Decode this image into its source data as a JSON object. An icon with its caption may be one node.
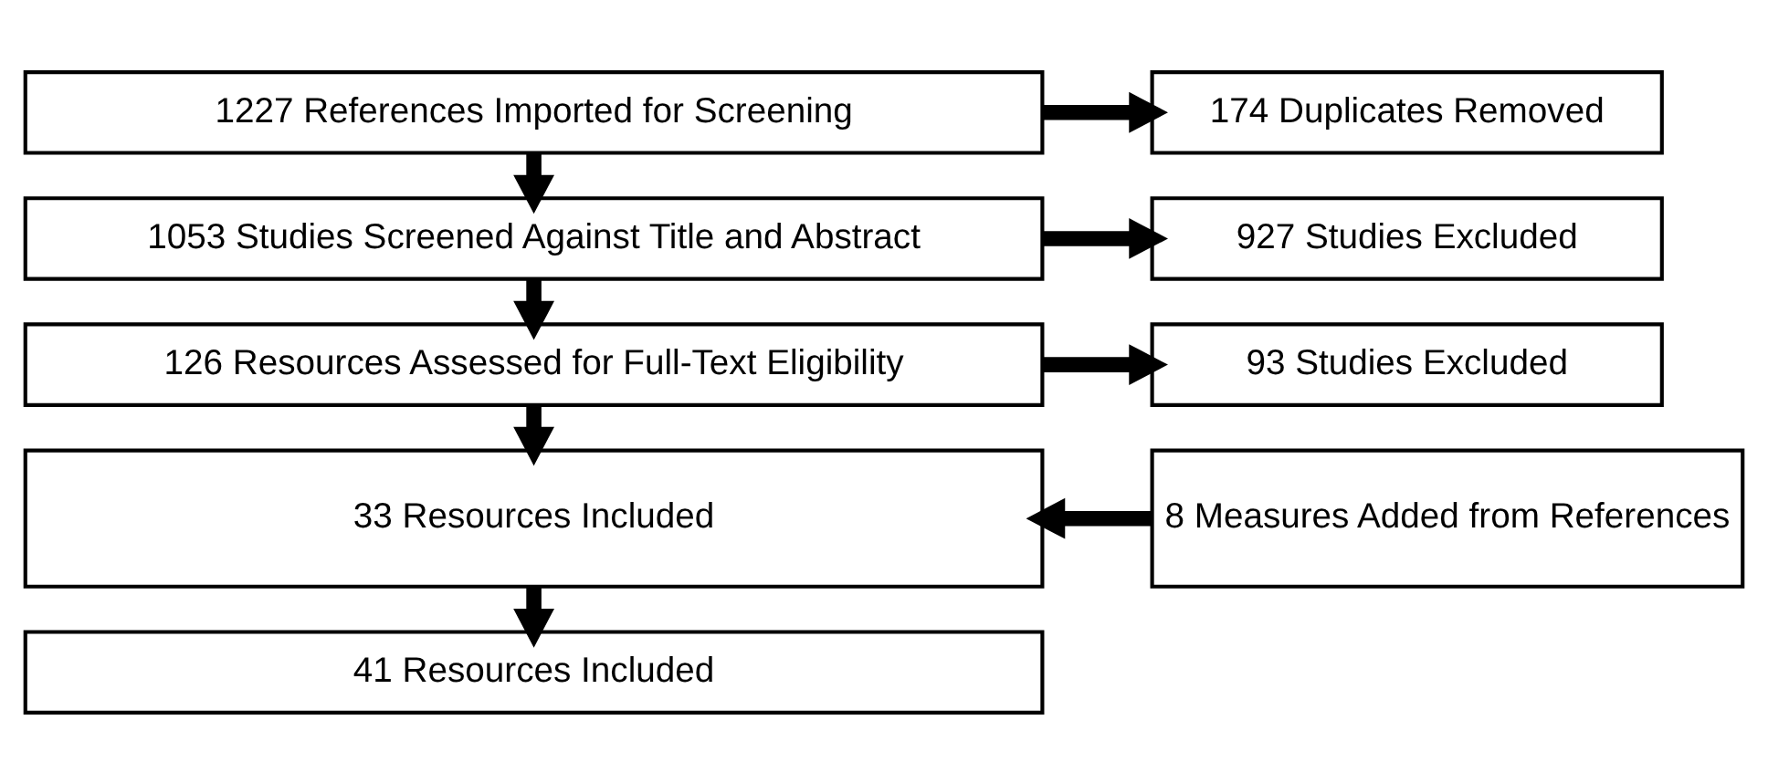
{
  "diagram": {
    "nodes": [
      {
        "text": [
          "1227 References Imported for Screening"
        ]
      },
      {
        "text": [
          "174 Duplicates Removed"
        ]
      },
      {
        "text": [
          "1053 Studies Screened Against Title and Abstract"
        ]
      },
      {
        "text": [
          "927 Studies Excluded"
        ]
      },
      {
        "text": [
          "126 Resources Assessed for Full-Text Eligibility"
        ]
      },
      {
        "text": [
          "93 Studies Excluded"
        ]
      },
      {
        "text": [
          "33 Resources Included"
        ]
      },
      {
        "text": [
          "8 Measures Added from References"
        ]
      },
      {
        "text": [
          "41 Resources Included"
        ]
      }
    ],
    "edges": [
      {
        "from": 0,
        "to": 1,
        "arrow": "to"
      },
      {
        "from": 0,
        "to": 2,
        "arrow": "to"
      },
      {
        "from": 2,
        "to": 3,
        "arrow": "to"
      },
      {
        "from": 2,
        "to": 4,
        "arrow": "to"
      },
      {
        "from": 4,
        "to": 5,
        "arrow": "to"
      },
      {
        "from": 4,
        "to": 6,
        "arrow": "to"
      },
      {
        "from": 7,
        "to": 6,
        "arrow": "to"
      },
      {
        "from": 6,
        "to": 8,
        "arrow": "to"
      }
    ]
  }
}
